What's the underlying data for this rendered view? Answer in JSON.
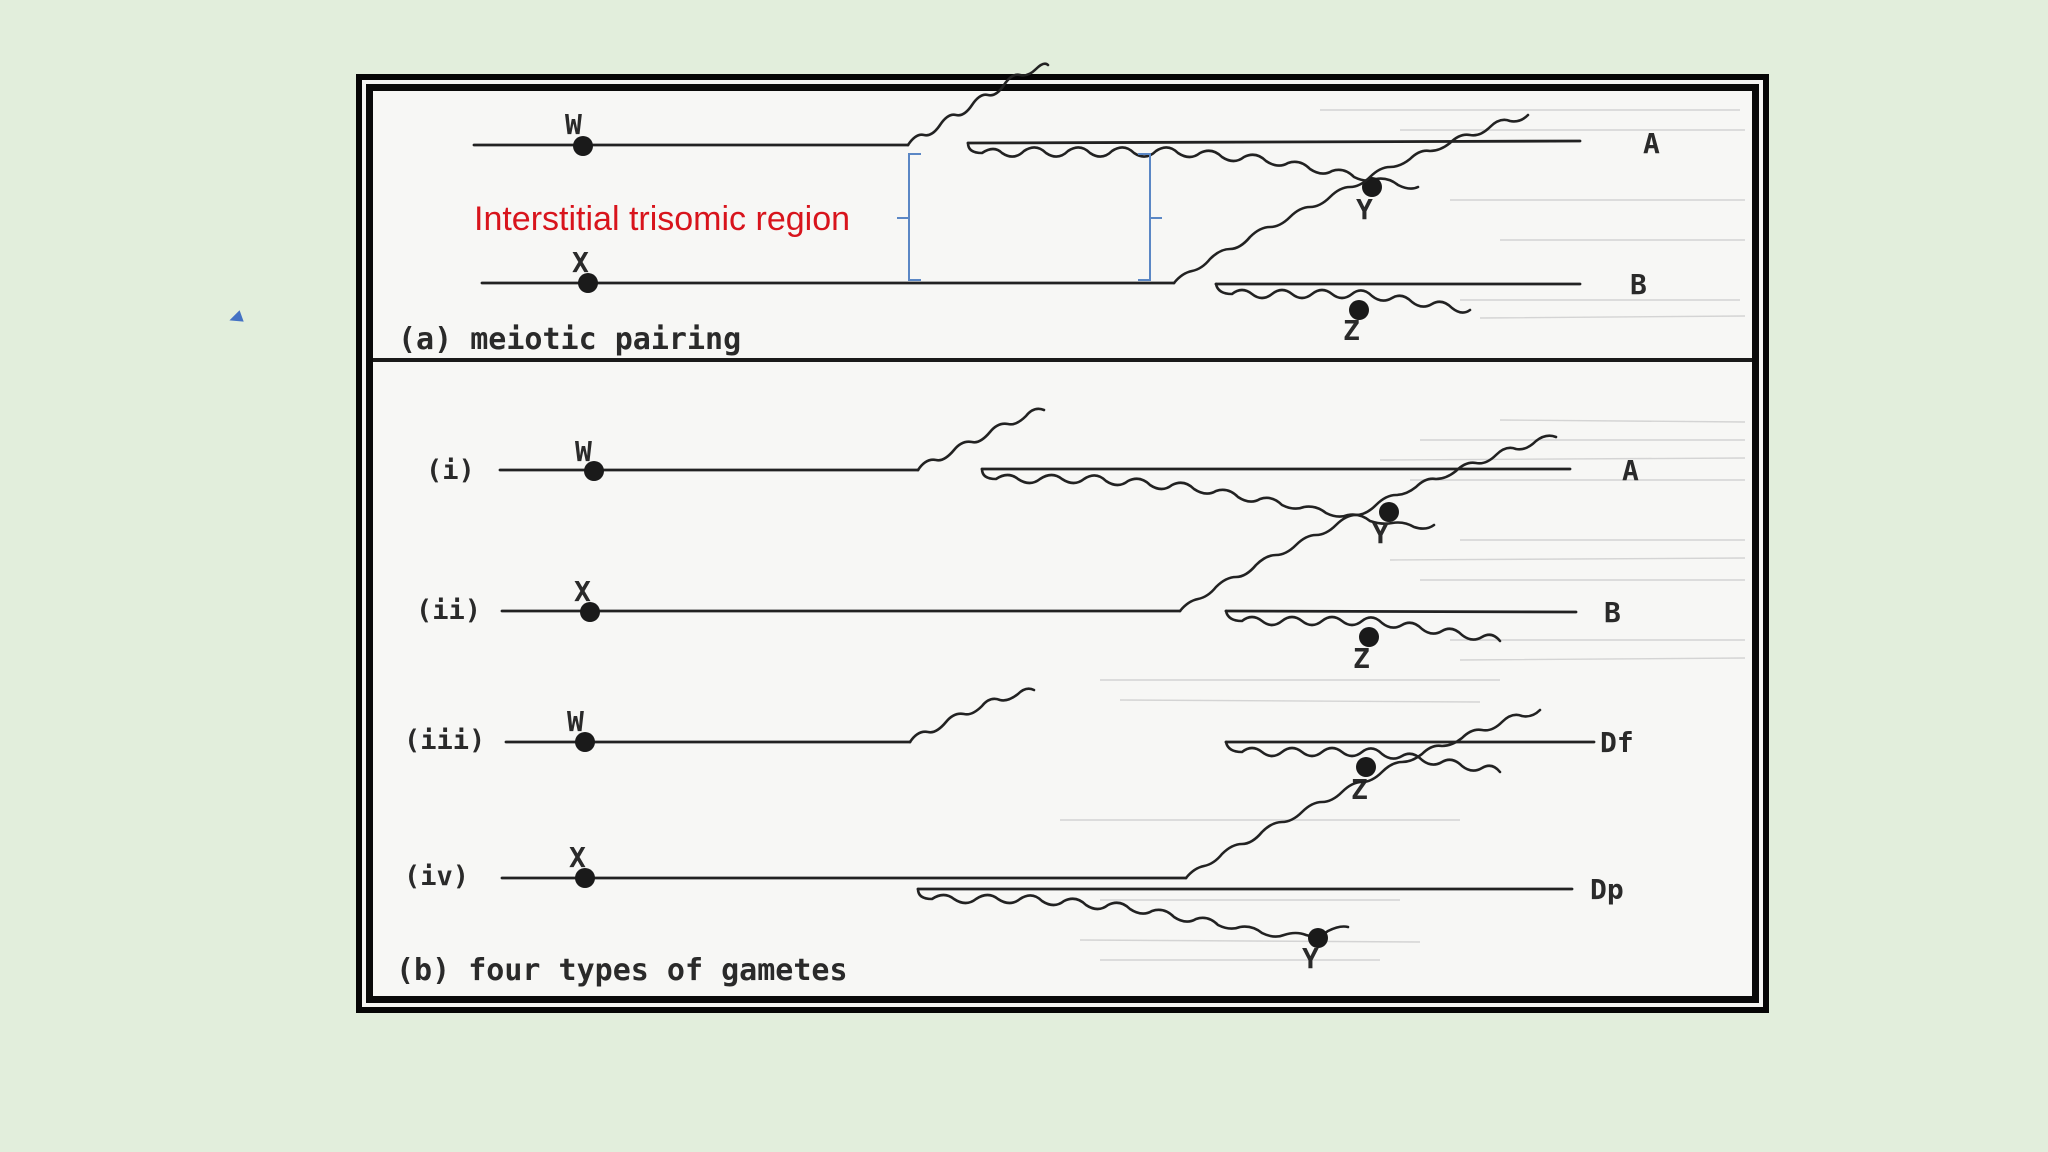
{
  "panel_a": {
    "caption": "(a) meiotic pairing",
    "annotation": "Interstitial trisomic region",
    "labels": {
      "w": "W",
      "a": "A",
      "y": "Y",
      "x": "X",
      "b": "B",
      "z": "Z"
    }
  },
  "panel_b": {
    "caption": "(b) four types of gametes",
    "gametes": [
      {
        "roman": "(i)",
        "left_label": "W",
        "right_label": "A",
        "bottom_label": "Y"
      },
      {
        "roman": "(ii)",
        "left_label": "X",
        "right_label": "B",
        "bottom_label": "Z"
      },
      {
        "roman": "(iii)",
        "left_label": "W",
        "right_label": "Df",
        "bottom_label": "Z"
      },
      {
        "roman": "(iv)",
        "left_label": "X",
        "right_label": "Dp",
        "bottom_label": "Y"
      }
    ]
  },
  "colors": {
    "background": "#e2eedc",
    "annotation": "#d8141c",
    "bracket": "#5b87c5",
    "marker": "#4472c4"
  }
}
